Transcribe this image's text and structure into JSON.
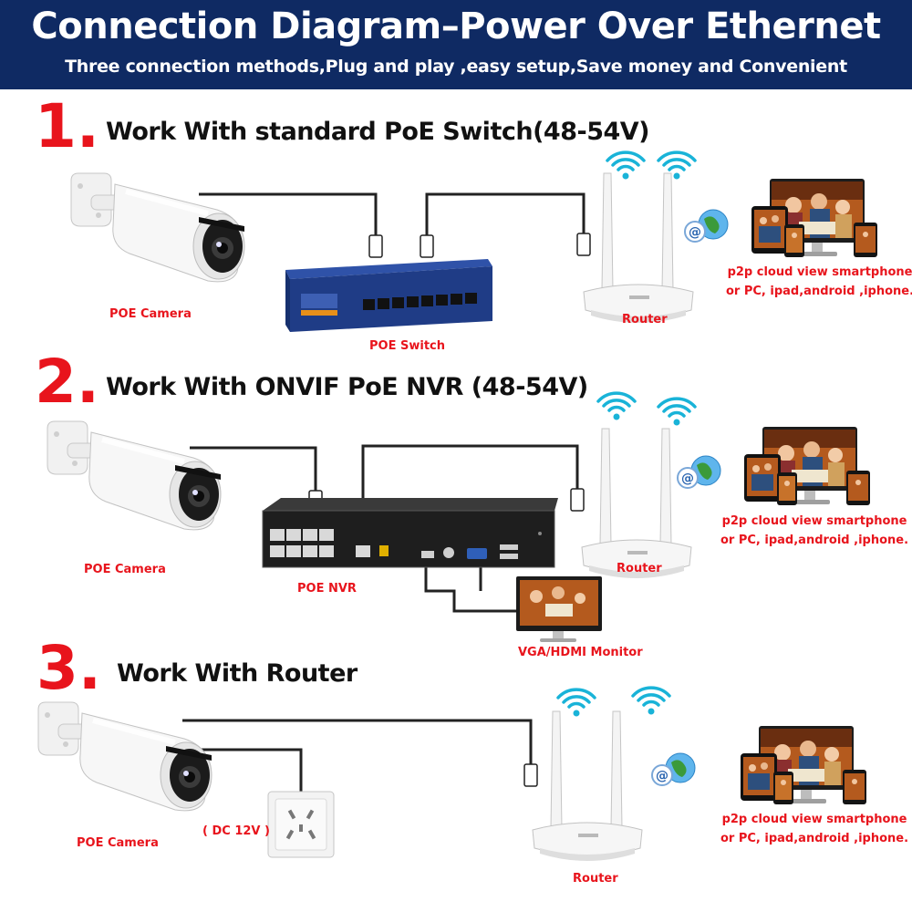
{
  "header": {
    "title": "Connection Diagram–Power Over Ethernet",
    "subtitle": "Three connection methods,Plug and play ,easy setup,Save money and Convenient"
  },
  "sections": [
    {
      "number": "1.",
      "title": "Work With standard PoE Switch(48-54V)",
      "labels": {
        "camera": "POE Camera",
        "hub": "POE Switch",
        "router": "Router",
        "cloud_line1": "p2p cloud view smartphone",
        "cloud_line2": "or PC, ipad,android ,iphone."
      }
    },
    {
      "number": "2.",
      "title": "Work With ONVIF PoE NVR (48-54V)",
      "labels": {
        "camera": "POE Camera",
        "hub": "POE NVR",
        "router": "Router",
        "monitor": "VGA/HDMI Monitor",
        "cloud_line1": "p2p cloud view smartphone",
        "cloud_line2": "or PC, ipad,android ,iphone."
      }
    },
    {
      "number": "3.",
      "title": "Work With Router",
      "labels": {
        "camera": "POE Camera",
        "power": "( DC 12V )",
        "router": "Router",
        "cloud_line1": "p2p cloud view smartphone",
        "cloud_line2": "or PC, ipad,android ,iphone."
      }
    }
  ],
  "colors": {
    "banner": "#0f2a63",
    "number": "#e8141c",
    "label": "#e8141c",
    "cable": "#222222",
    "switch": "#1f3c86"
  }
}
